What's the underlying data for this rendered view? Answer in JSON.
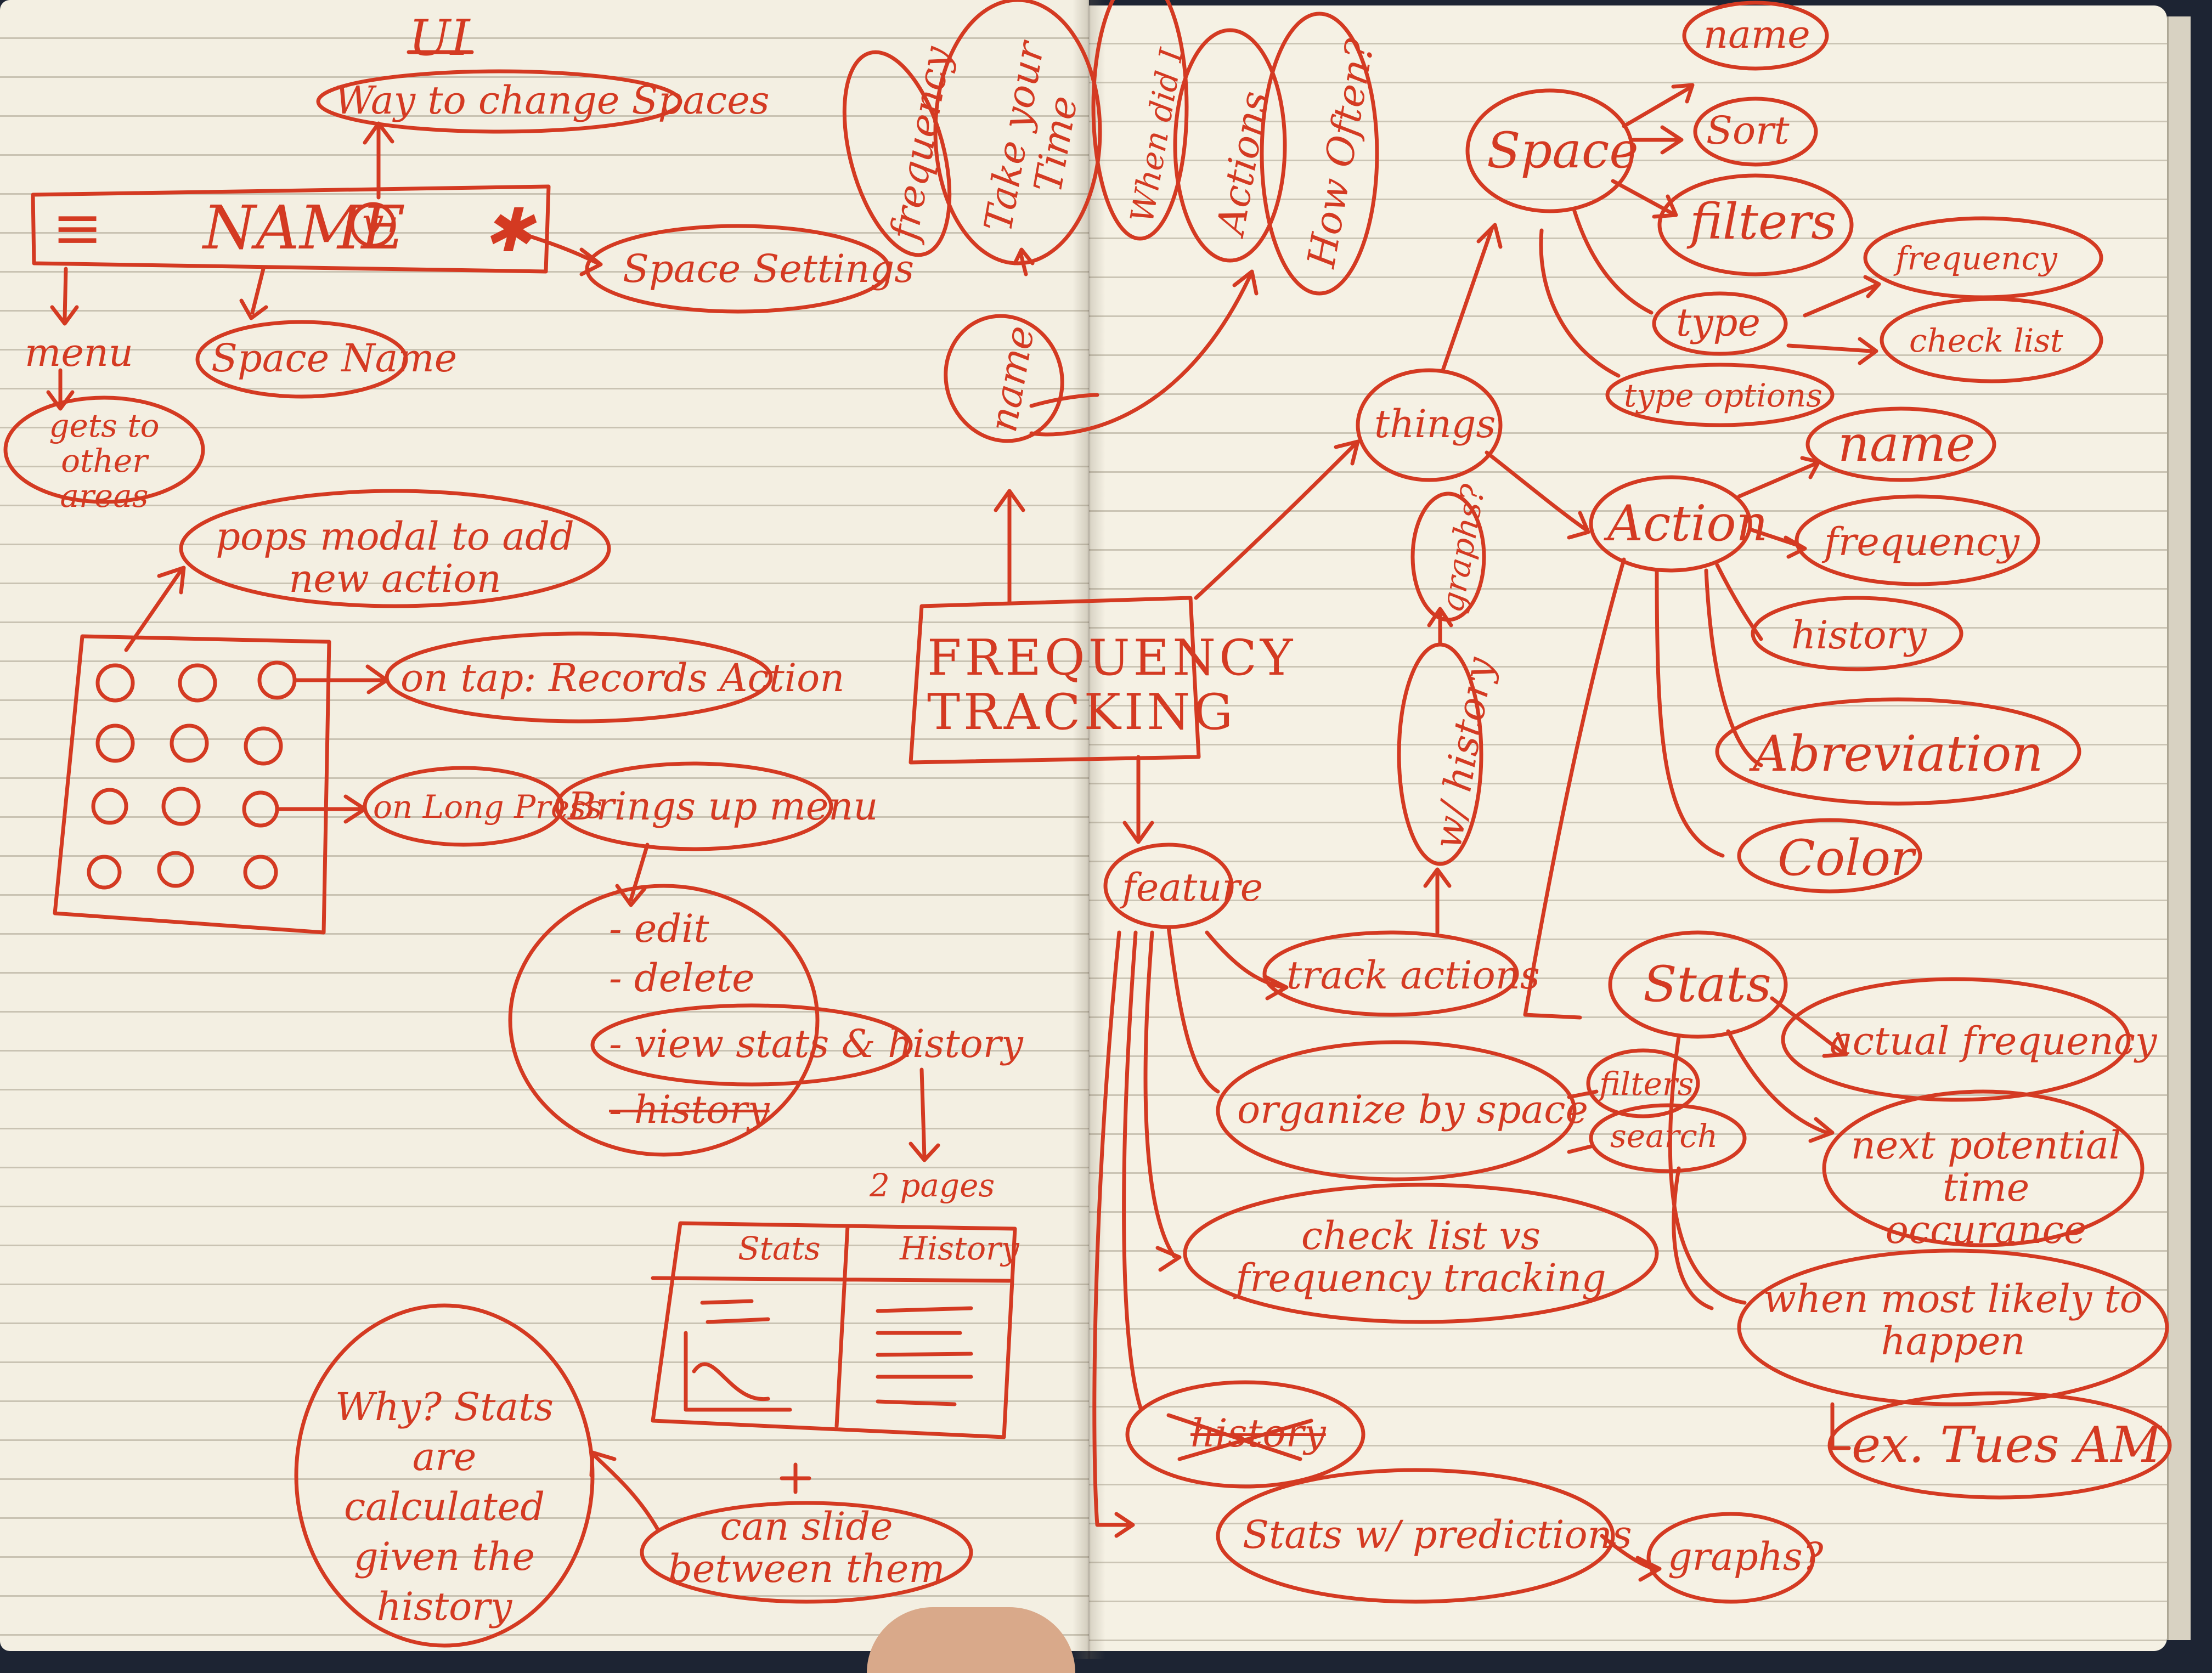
{
  "left_page": {
    "ui_heading": "UI",
    "change_spaces": "Way to change Spaces",
    "header_bar": {
      "menu_glyph": "≡",
      "name": "NAME",
      "chevron": "v",
      "settings_glyph": "✱"
    },
    "space_settings": "Space Settings",
    "menu": "menu",
    "gets_to_other_areas": "gets to other areas",
    "space_name": "Space Name",
    "pops_modal": "pops modal to add new action",
    "on_tap": "on tap: Records Action",
    "on_long_press": "on Long Press",
    "brings_up_menu": "Brings up menu",
    "menu_options": [
      "- edit",
      "- delete",
      "- view stats & history",
      "- history"
    ],
    "two_pages": "2 pages",
    "tabs": [
      "Stats",
      "History"
    ],
    "can_slide": "can slide between them",
    "why_note": "Why? Stats are calculated given the history"
  },
  "center": {
    "title": "FREQUENCY TRACKING",
    "name": "name",
    "frequency": "frequency",
    "take_your_time": "Take your Time",
    "when_did_i": "When did I",
    "actions": "Actions",
    "how_often": "How Often?"
  },
  "right_page": {
    "things": "things",
    "space": "Space",
    "space_children": [
      "name",
      "Sort",
      "filters",
      "type",
      "type options"
    ],
    "type_children": [
      "frequency",
      "check list"
    ],
    "action": "Action",
    "action_children": [
      "name",
      "frequency",
      "history",
      "Abreviation",
      "Color"
    ],
    "stats": "Stats",
    "stats_children": [
      "actual frequency",
      "next potential time occurance",
      "when most likely to happen",
      "ex. Tues AM"
    ],
    "feature": "feature",
    "graphs_top": "graphs?",
    "with_history": "w/ history",
    "track_actions": "track actions",
    "organize_by_space": "organize by space",
    "filters": "filters",
    "search": "search",
    "checklist_vs_freq": "check list vs frequency tracking",
    "history": "history",
    "stats_with_predictions": "Stats w/ predictions",
    "graphs_bottom": "graphs?"
  }
}
